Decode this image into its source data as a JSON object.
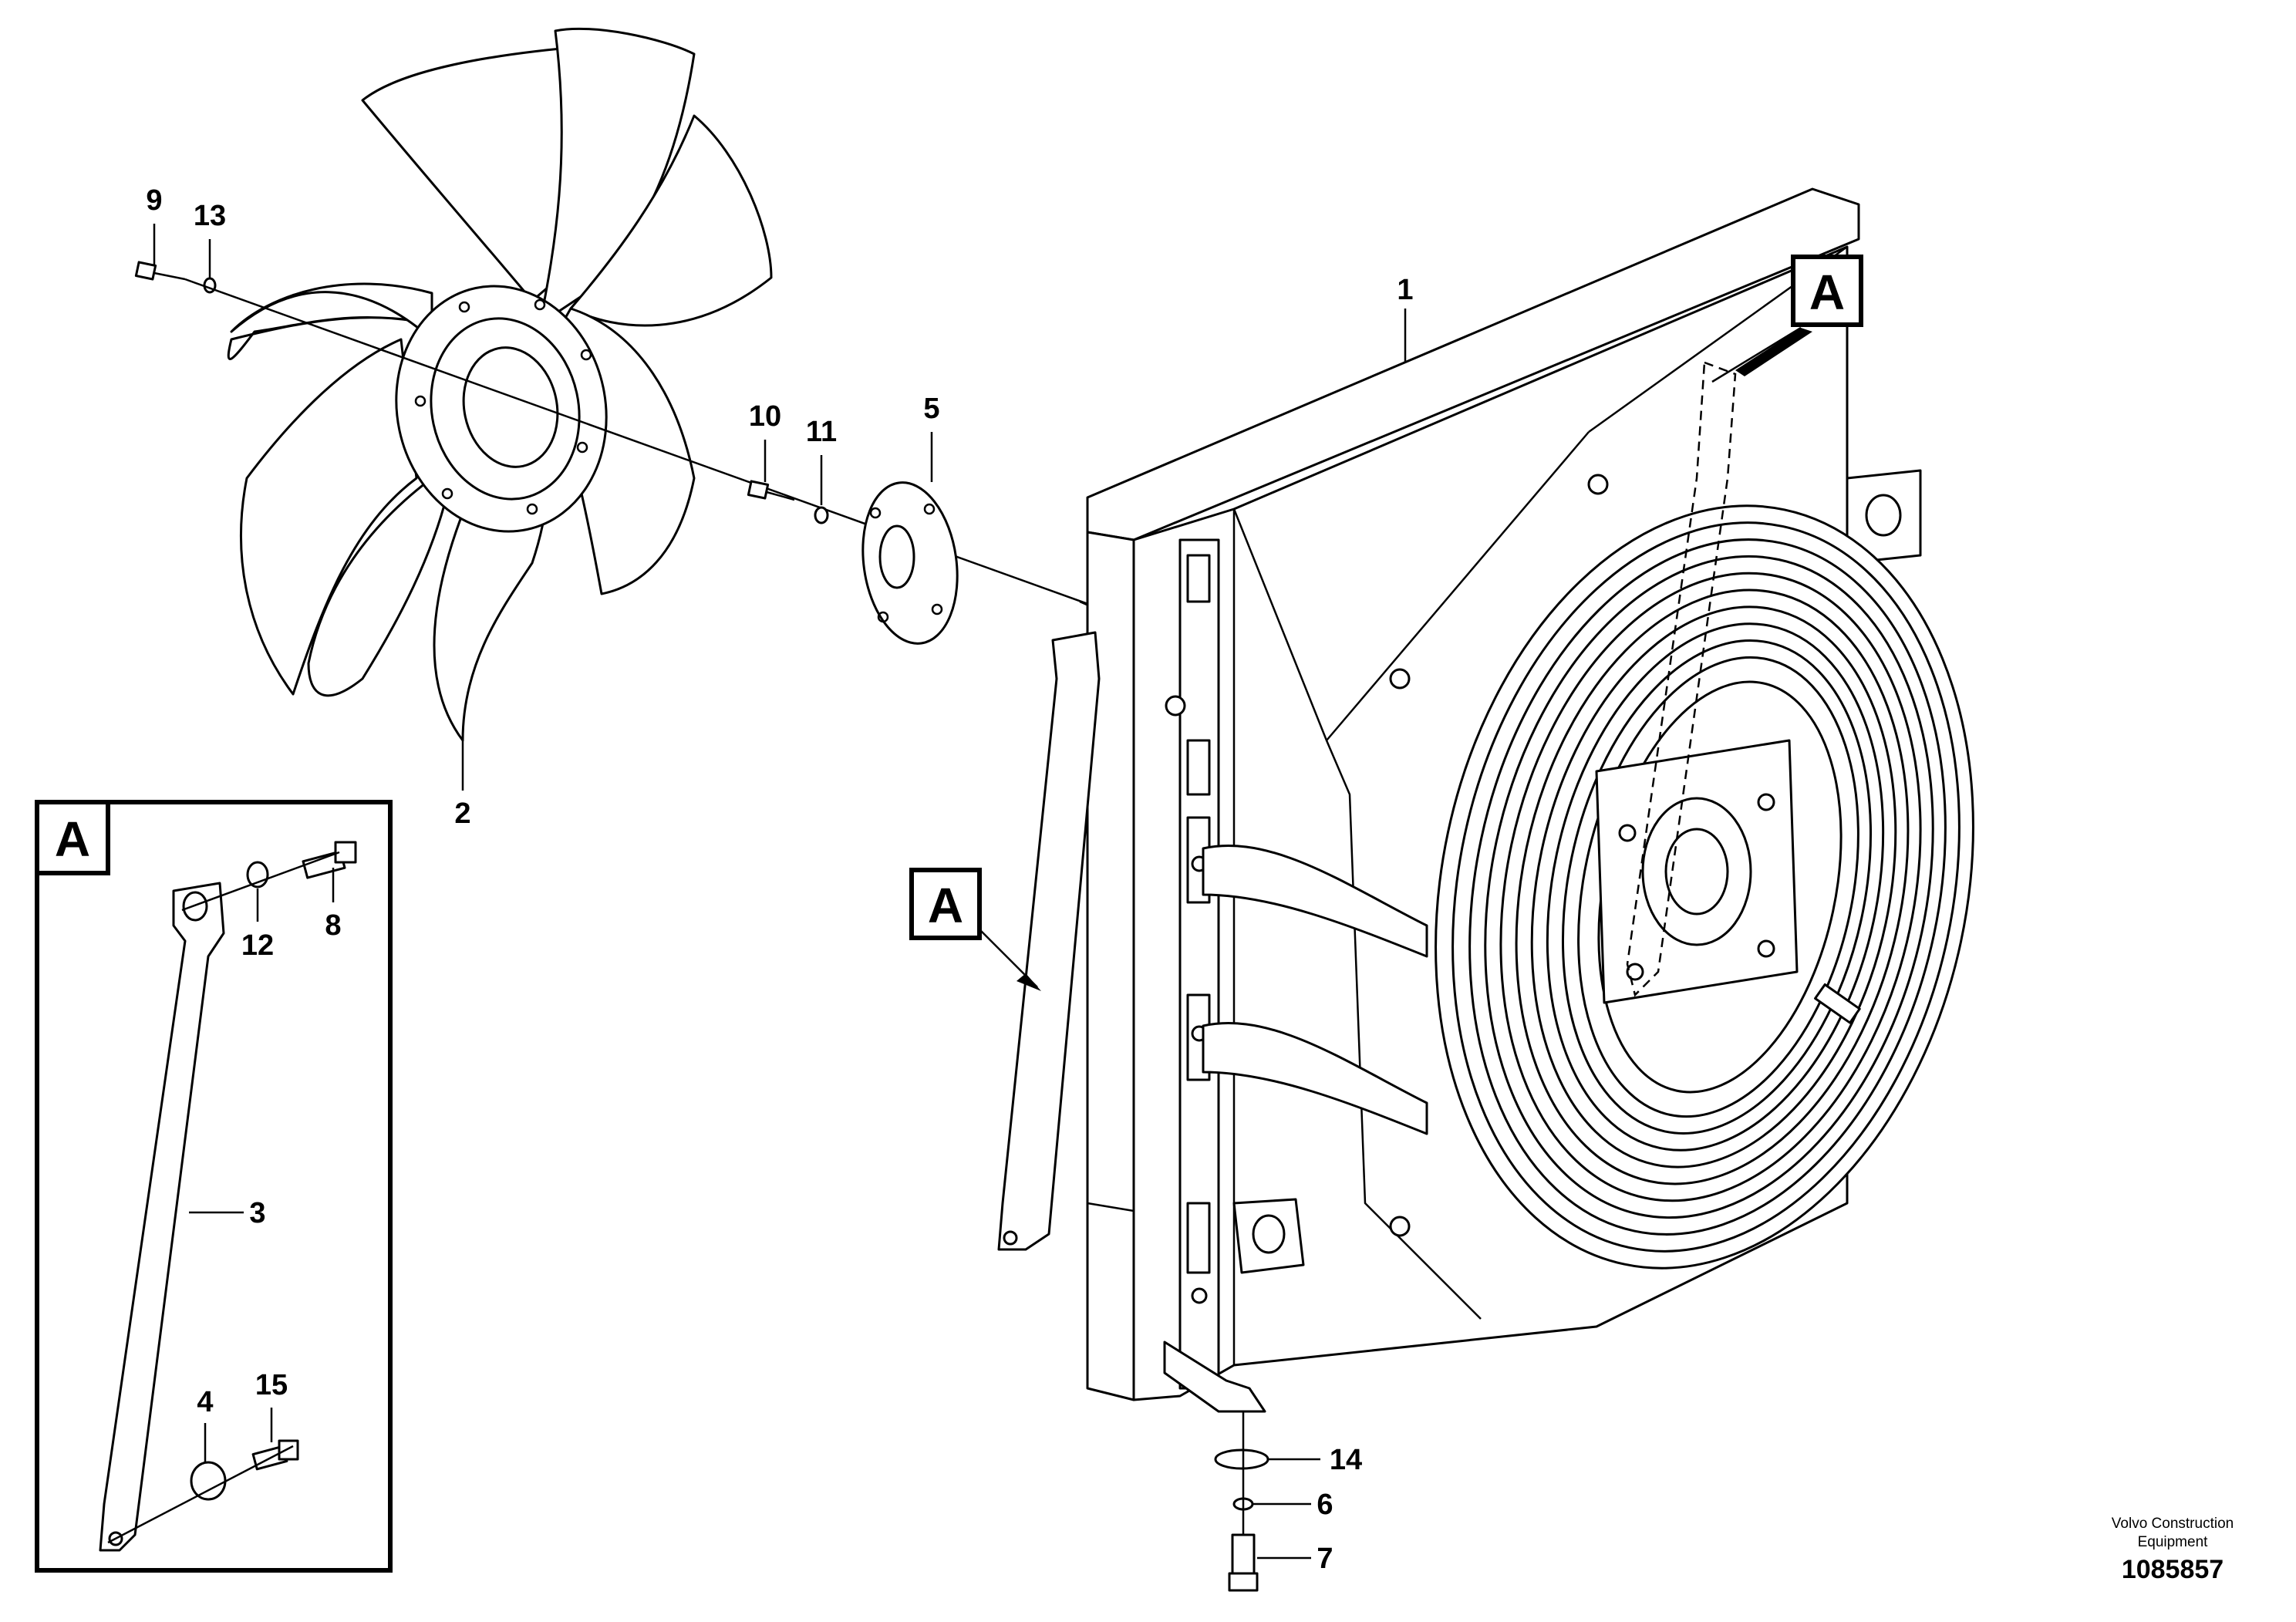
{
  "diagram": {
    "callouts": {
      "c1": "1",
      "c2": "2",
      "c3": "3",
      "c4": "4",
      "c5": "5",
      "c6": "6",
      "c7": "7",
      "c8": "8",
      "c9": "9",
      "c10": "10",
      "c11": "11",
      "c12": "12",
      "c13": "13",
      "c14": "14",
      "c15": "15"
    },
    "detail_labels": {
      "detail_box": "A",
      "pointer_top": "A",
      "pointer_left": "A"
    },
    "credit_line1": "Volvo Construction",
    "credit_line2": "Equipment",
    "document_number": "1085857"
  }
}
